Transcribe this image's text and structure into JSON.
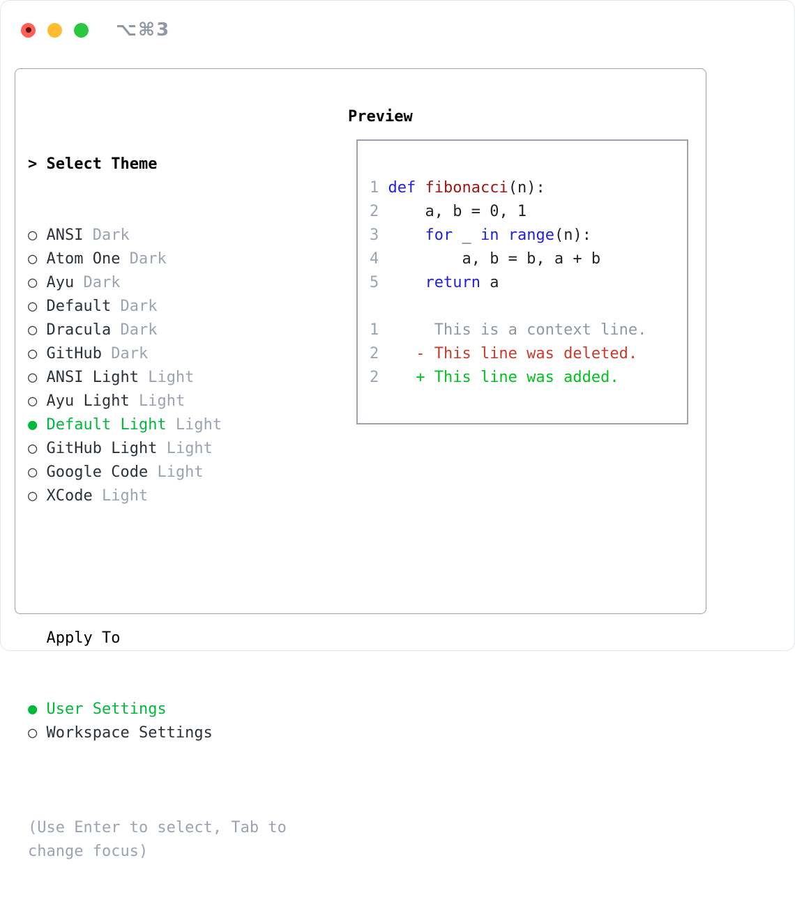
{
  "window": {
    "title": "⌥⌘3"
  },
  "colors": {
    "accent_green": "#00b83a",
    "added_green": "#00c21d",
    "deleted_red": "#c93b2a",
    "keyword_blue": "#1f1fe2",
    "function_red": "#a31515",
    "code_text": "#1e2328",
    "muted": "#9aa4b1",
    "dark_text": "#2b3138",
    "border": "#98a2ae",
    "traffic_red": "#ff5f57",
    "traffic_yellow": "#febc2e",
    "traffic_green": "#2ac73f"
  },
  "select_theme": {
    "prefix": ">",
    "header": "Select Theme",
    "items": [
      {
        "name": "ANSI",
        "variant": "Dark",
        "selected": false
      },
      {
        "name": "Atom One",
        "variant": "Dark",
        "selected": false
      },
      {
        "name": "Ayu",
        "variant": "Dark",
        "selected": false
      },
      {
        "name": "Default",
        "variant": "Dark",
        "selected": false
      },
      {
        "name": "Dracula",
        "variant": "Dark",
        "selected": false
      },
      {
        "name": "GitHub",
        "variant": "Dark",
        "selected": false
      },
      {
        "name": "ANSI Light",
        "variant": "Light",
        "selected": false
      },
      {
        "name": "Ayu Light",
        "variant": "Light",
        "selected": false
      },
      {
        "name": "Default Light",
        "variant": "Light",
        "selected": true
      },
      {
        "name": "GitHub Light",
        "variant": "Light",
        "selected": false
      },
      {
        "name": "Google Code",
        "variant": "Light",
        "selected": false
      },
      {
        "name": "XCode",
        "variant": "Light",
        "selected": false
      }
    ]
  },
  "apply_to": {
    "header": "Apply To",
    "items": [
      {
        "name": "User Settings",
        "selected": true
      },
      {
        "name": "Workspace Settings",
        "selected": false
      }
    ]
  },
  "hint": "(Use Enter to select, Tab to change focus)",
  "preview": {
    "header": "Preview",
    "code_lines": [
      {
        "num": "1",
        "tokens": [
          [
            "kw",
            "def"
          ],
          [
            "p",
            " "
          ],
          [
            "fn",
            "fibonacci"
          ],
          [
            "p",
            "(n):"
          ]
        ]
      },
      {
        "num": "2",
        "tokens": [
          [
            "p",
            "    a, b = 0, 1"
          ]
        ]
      },
      {
        "num": "3",
        "tokens": [
          [
            "p",
            "    "
          ],
          [
            "kw",
            "for"
          ],
          [
            "p",
            " _ "
          ],
          [
            "kw",
            "in"
          ],
          [
            "p",
            " "
          ],
          [
            "kw",
            "range"
          ],
          [
            "p",
            "(n):"
          ]
        ]
      },
      {
        "num": "4",
        "tokens": [
          [
            "p",
            "        a, b = b, a + b"
          ]
        ]
      },
      {
        "num": "5",
        "tokens": [
          [
            "p",
            "    "
          ],
          [
            "kw",
            "return"
          ],
          [
            "p",
            " a"
          ]
        ]
      }
    ],
    "diff_lines": [
      {
        "num": "1",
        "marker": " ",
        "text": "This is a context line.",
        "type": "context"
      },
      {
        "num": "2",
        "marker": "-",
        "text": "This line was deleted.",
        "type": "deleted"
      },
      {
        "num": "2",
        "marker": "+",
        "text": "This line was added.",
        "type": "added"
      }
    ]
  }
}
